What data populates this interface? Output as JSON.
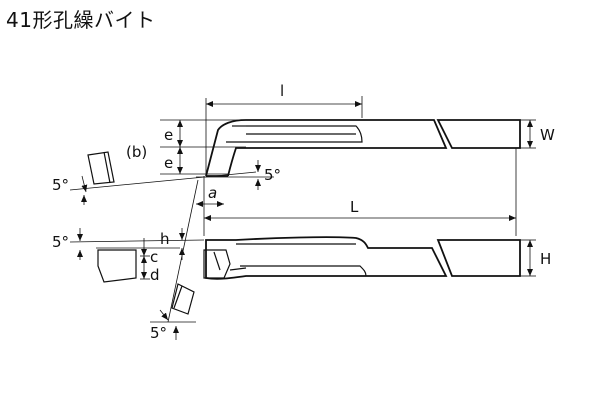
{
  "title": "41形孔繰バイト",
  "labels": {
    "l": "l",
    "W": "W",
    "L": "L",
    "H": "H",
    "e_top": "e",
    "e_bottom": "e",
    "b": "(b)",
    "a": "a",
    "h": "h",
    "c": "c",
    "d": "d",
    "angle_left_upper": "5°",
    "angle_right_upper": "5°",
    "angle_left_lower": "5°",
    "angle_bottom": "5°"
  }
}
